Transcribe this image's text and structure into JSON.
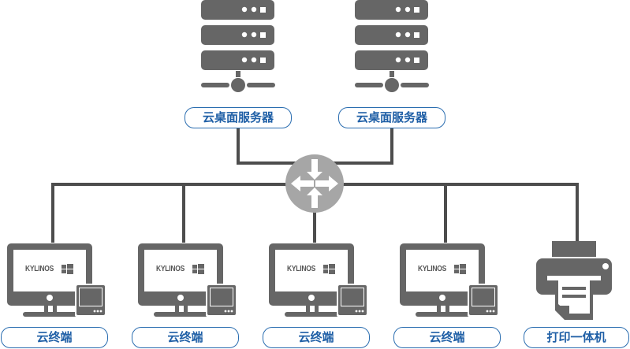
{
  "diagram": {
    "title": "云桌面网络拓扑",
    "colors": {
      "icon_gray": "#666666",
      "router_gray": "#a6a6a6",
      "line_gray": "#4d4d4d",
      "label_blue": "#1f5fa6",
      "label_border": "#2a6db0"
    },
    "servers": [
      {
        "label": "云桌面服务器",
        "icon": "server-icon"
      },
      {
        "label": "云桌面服务器",
        "icon": "server-icon"
      }
    ],
    "router": {
      "icon": "router-icon"
    },
    "terminals": [
      {
        "label": "云终端",
        "screen_text": "KYLINOS",
        "icon": "desktop-terminal-icon"
      },
      {
        "label": "云终端",
        "screen_text": "KYLINOS",
        "icon": "desktop-terminal-icon"
      },
      {
        "label": "云终端",
        "screen_text": "KYLINOS",
        "icon": "desktop-terminal-icon"
      },
      {
        "label": "云终端",
        "screen_text": "KYLINOS",
        "icon": "desktop-terminal-icon"
      }
    ],
    "printer": {
      "label": "打印一体机",
      "icon": "printer-icon"
    }
  }
}
